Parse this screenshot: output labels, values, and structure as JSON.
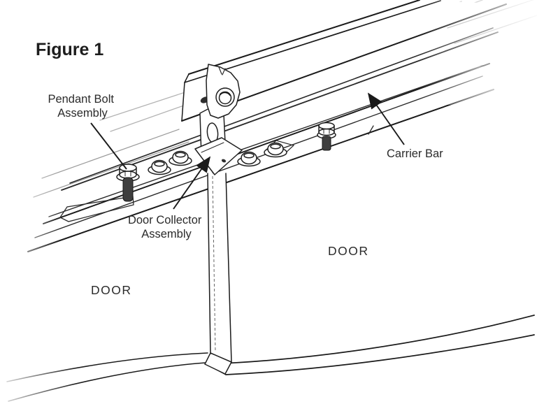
{
  "figure_title": "Figure 1",
  "labels": {
    "pendant_bolt": {
      "line1": "Pendant Bolt",
      "line2": "Assembly"
    },
    "carrier_bar": "Carrier Bar",
    "door_collector": {
      "line1": "Door Collector",
      "line2": "Assembly"
    },
    "door_left": "DOOR",
    "door_right": "DOOR"
  },
  "colors": {
    "background": "#ffffff",
    "line_art": "#1a1a1a",
    "bolt_shading": "#3f3f3f",
    "label_text": "#2b2b2b"
  }
}
